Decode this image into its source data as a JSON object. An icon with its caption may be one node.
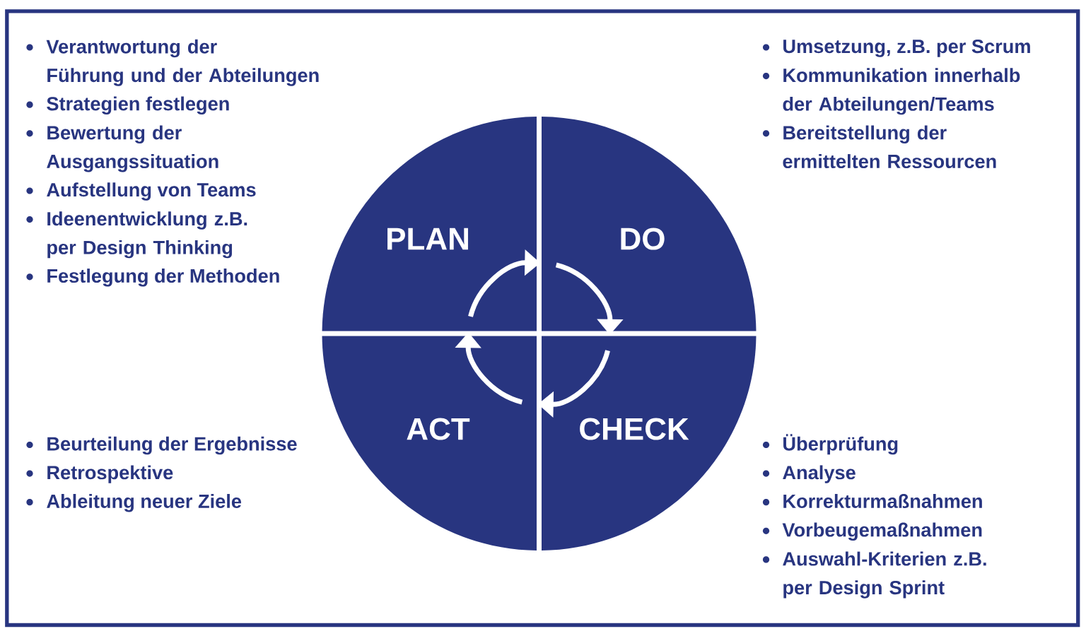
{
  "diagram": {
    "nodes": [
      {
        "text": [
          "PLAN"
        ],
        "beside": [
          "Verantwortung der Führung und der Abteilungen",
          "Strategien festlegen",
          "Bewertung der Ausgangssituation",
          "Aufstellung von Teams",
          "Ideenentwicklung z.B. per Design Thinking",
          "Festlegung der Methoden"
        ]
      },
      {
        "text": [
          "DO"
        ],
        "beside": [
          "Umsetzung, z.B. per Scrum",
          "Kommunikation innerhalb der Abteilungen/Teams",
          "Bereitstellung der ermittelten Ressourcen"
        ]
      },
      {
        "text": [
          "ACT"
        ],
        "beside": [
          "Beurteilung der Ergebnisse",
          "Retrospektive",
          "Ableitung neuer Ziele"
        ]
      },
      {
        "text": [
          "CHECK"
        ],
        "beside": [
          "Überprüfung",
          "Analyse",
          "Korrekturmaßnahmen",
          "Vorbeugemaßnahmen",
          "Auswahl-Kriterien z.B. per Design Sprint"
        ]
      }
    ],
    "edges": [
      {
        "from": 0,
        "to": 1,
        "arrow": "to"
      },
      {
        "from": 1,
        "to": 3,
        "arrow": "to"
      },
      {
        "from": 3,
        "to": 2,
        "arrow": "to"
      },
      {
        "from": 2,
        "to": 0,
        "arrow": "to"
      }
    ]
  }
}
